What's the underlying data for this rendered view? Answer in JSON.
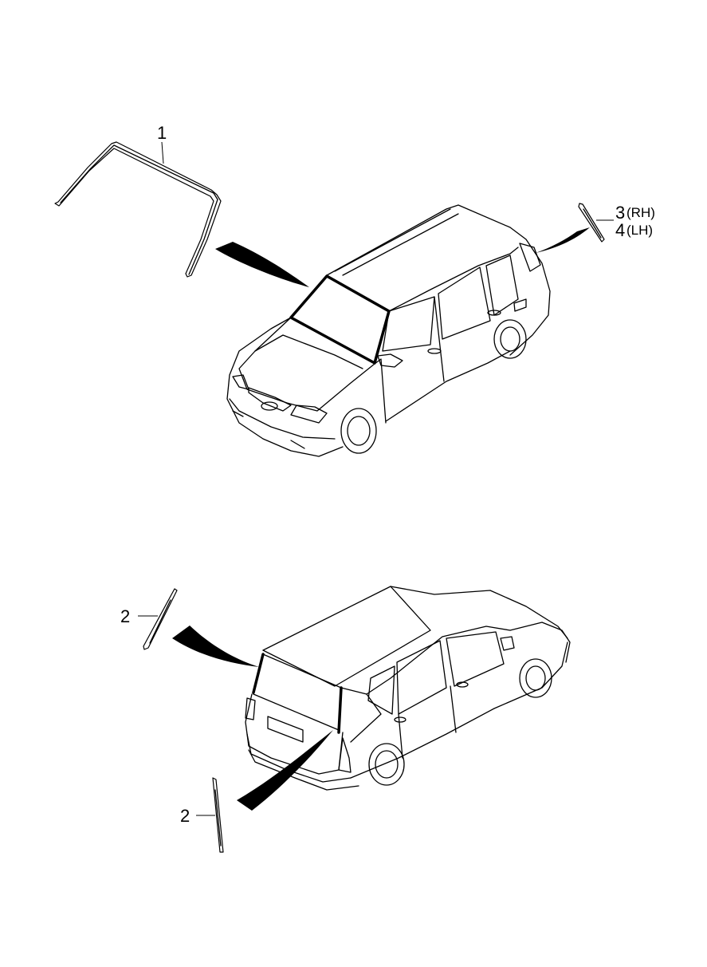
{
  "callouts": {
    "part1": "1",
    "part2_upper": "2",
    "part2_lower": "2",
    "part3_num": "3",
    "part3_side": "(RH)",
    "part4_num": "4",
    "part4_side": "(LH)"
  }
}
